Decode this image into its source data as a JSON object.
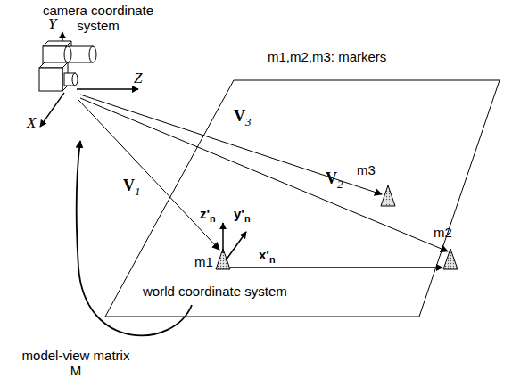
{
  "diagram": {
    "labels": [
      "camera coordinate system",
      "m1,m2,m3: markers",
      "Y",
      "Z",
      "X",
      "V3",
      "V1",
      "V2",
      "m3",
      "z'n",
      "y'n",
      "m1",
      "x'n",
      "m2",
      "world coordinate system",
      "model-view matrix M"
    ]
  }
}
